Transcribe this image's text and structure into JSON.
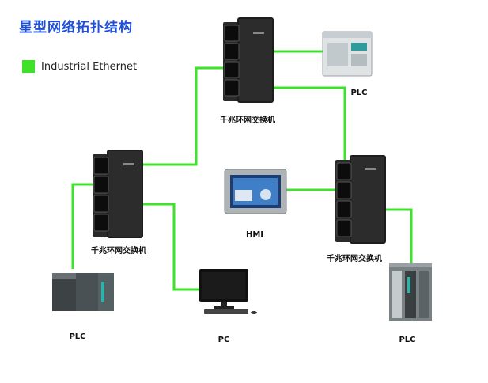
{
  "title": "星型网络拓扑结构",
  "legend": {
    "label": "Industrial Ethernet",
    "color": "#3ee22b"
  },
  "nodes": {
    "switch_top": {
      "label": "千兆环网交换机"
    },
    "switch_left": {
      "label": "千兆环网交换机"
    },
    "switch_right": {
      "label": "千兆环网交换机"
    },
    "plc_top": {
      "label": "PLC"
    },
    "plc_left": {
      "label": "PLC"
    },
    "plc_right": {
      "label": "PLC"
    },
    "hmi": {
      "label": "HMI"
    },
    "pc": {
      "label": "PC"
    }
  },
  "links": [
    [
      "switch_top",
      "plc_top"
    ],
    [
      "switch_top",
      "switch_left"
    ],
    [
      "switch_top",
      "switch_right"
    ],
    [
      "switch_left",
      "plc_left"
    ],
    [
      "switch_left",
      "pc"
    ],
    [
      "hmi",
      "switch_right"
    ],
    [
      "switch_right",
      "plc_right"
    ]
  ]
}
